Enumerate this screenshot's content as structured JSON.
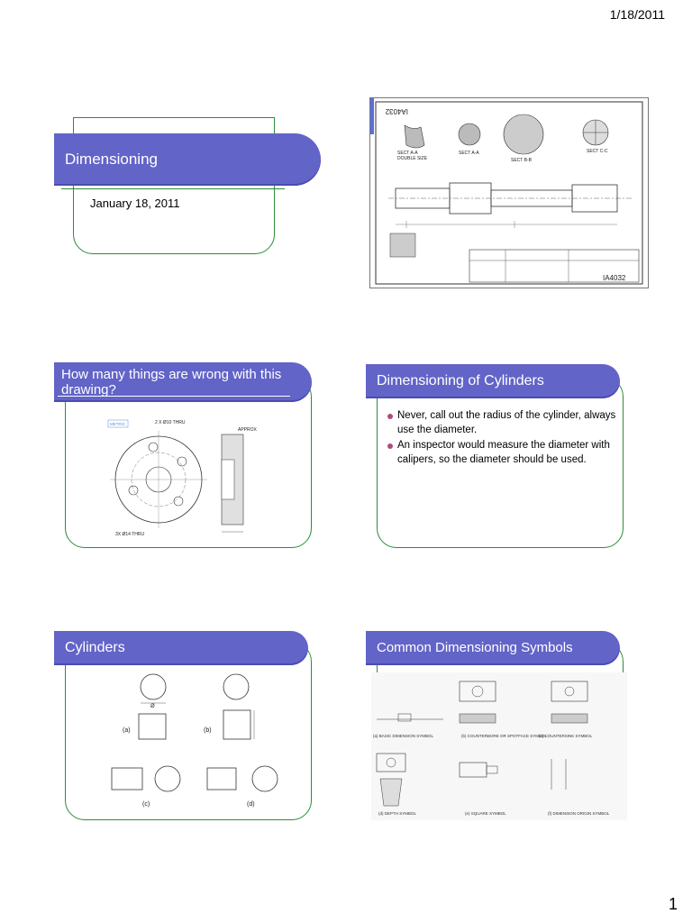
{
  "header": {
    "date": "1/18/2011"
  },
  "footer": {
    "page_number": "1"
  },
  "slides": [
    {
      "title": "Dimensioning",
      "subtitle": "January 18, 2011"
    },
    {
      "title": "",
      "image": "engineering-shaft-drawing",
      "drawing_number": "IA4032",
      "labels": [
        "SECT A-A",
        "DOUBLE SIZE",
        "SECT A-A",
        "SECT B-B",
        "SECT C-C"
      ]
    },
    {
      "title": "How many things are wrong with this drawing?",
      "image": "flange-drawing",
      "labels": [
        "METRIC",
        "2 X Ø10 THRU",
        "APPROX",
        "3X Ø14 THRU"
      ]
    },
    {
      "title": "Dimensioning of Cylinders",
      "bullets": [
        "Never, call out the radius of the cylinder, always use the diameter.",
        "An inspector would measure the diameter with calipers, so the diameter should be used."
      ]
    },
    {
      "title": "Cylinders",
      "image": "cylinder-views",
      "labels": [
        "(a)",
        "(b)",
        "(c)",
        "(d)"
      ]
    },
    {
      "title": "Common Dimensioning Symbols",
      "image": "dimensioning-symbols",
      "captions": [
        "(a) BASIC DIMENSION SYMBOL",
        "(b) COUNTERBORE OR SPOTFACE SYMBOL",
        "(c) COUNTERSINK SYMBOL",
        "(d) DEPTH SYMBOL",
        "(e) SQUARE SYMBOL",
        "(f) DIMENSION ORIGIN SYMBOL"
      ]
    }
  ],
  "colors": {
    "title_bar": "#6264c8",
    "frame": "#2e8b3a",
    "bullet": "#b14a7e"
  }
}
